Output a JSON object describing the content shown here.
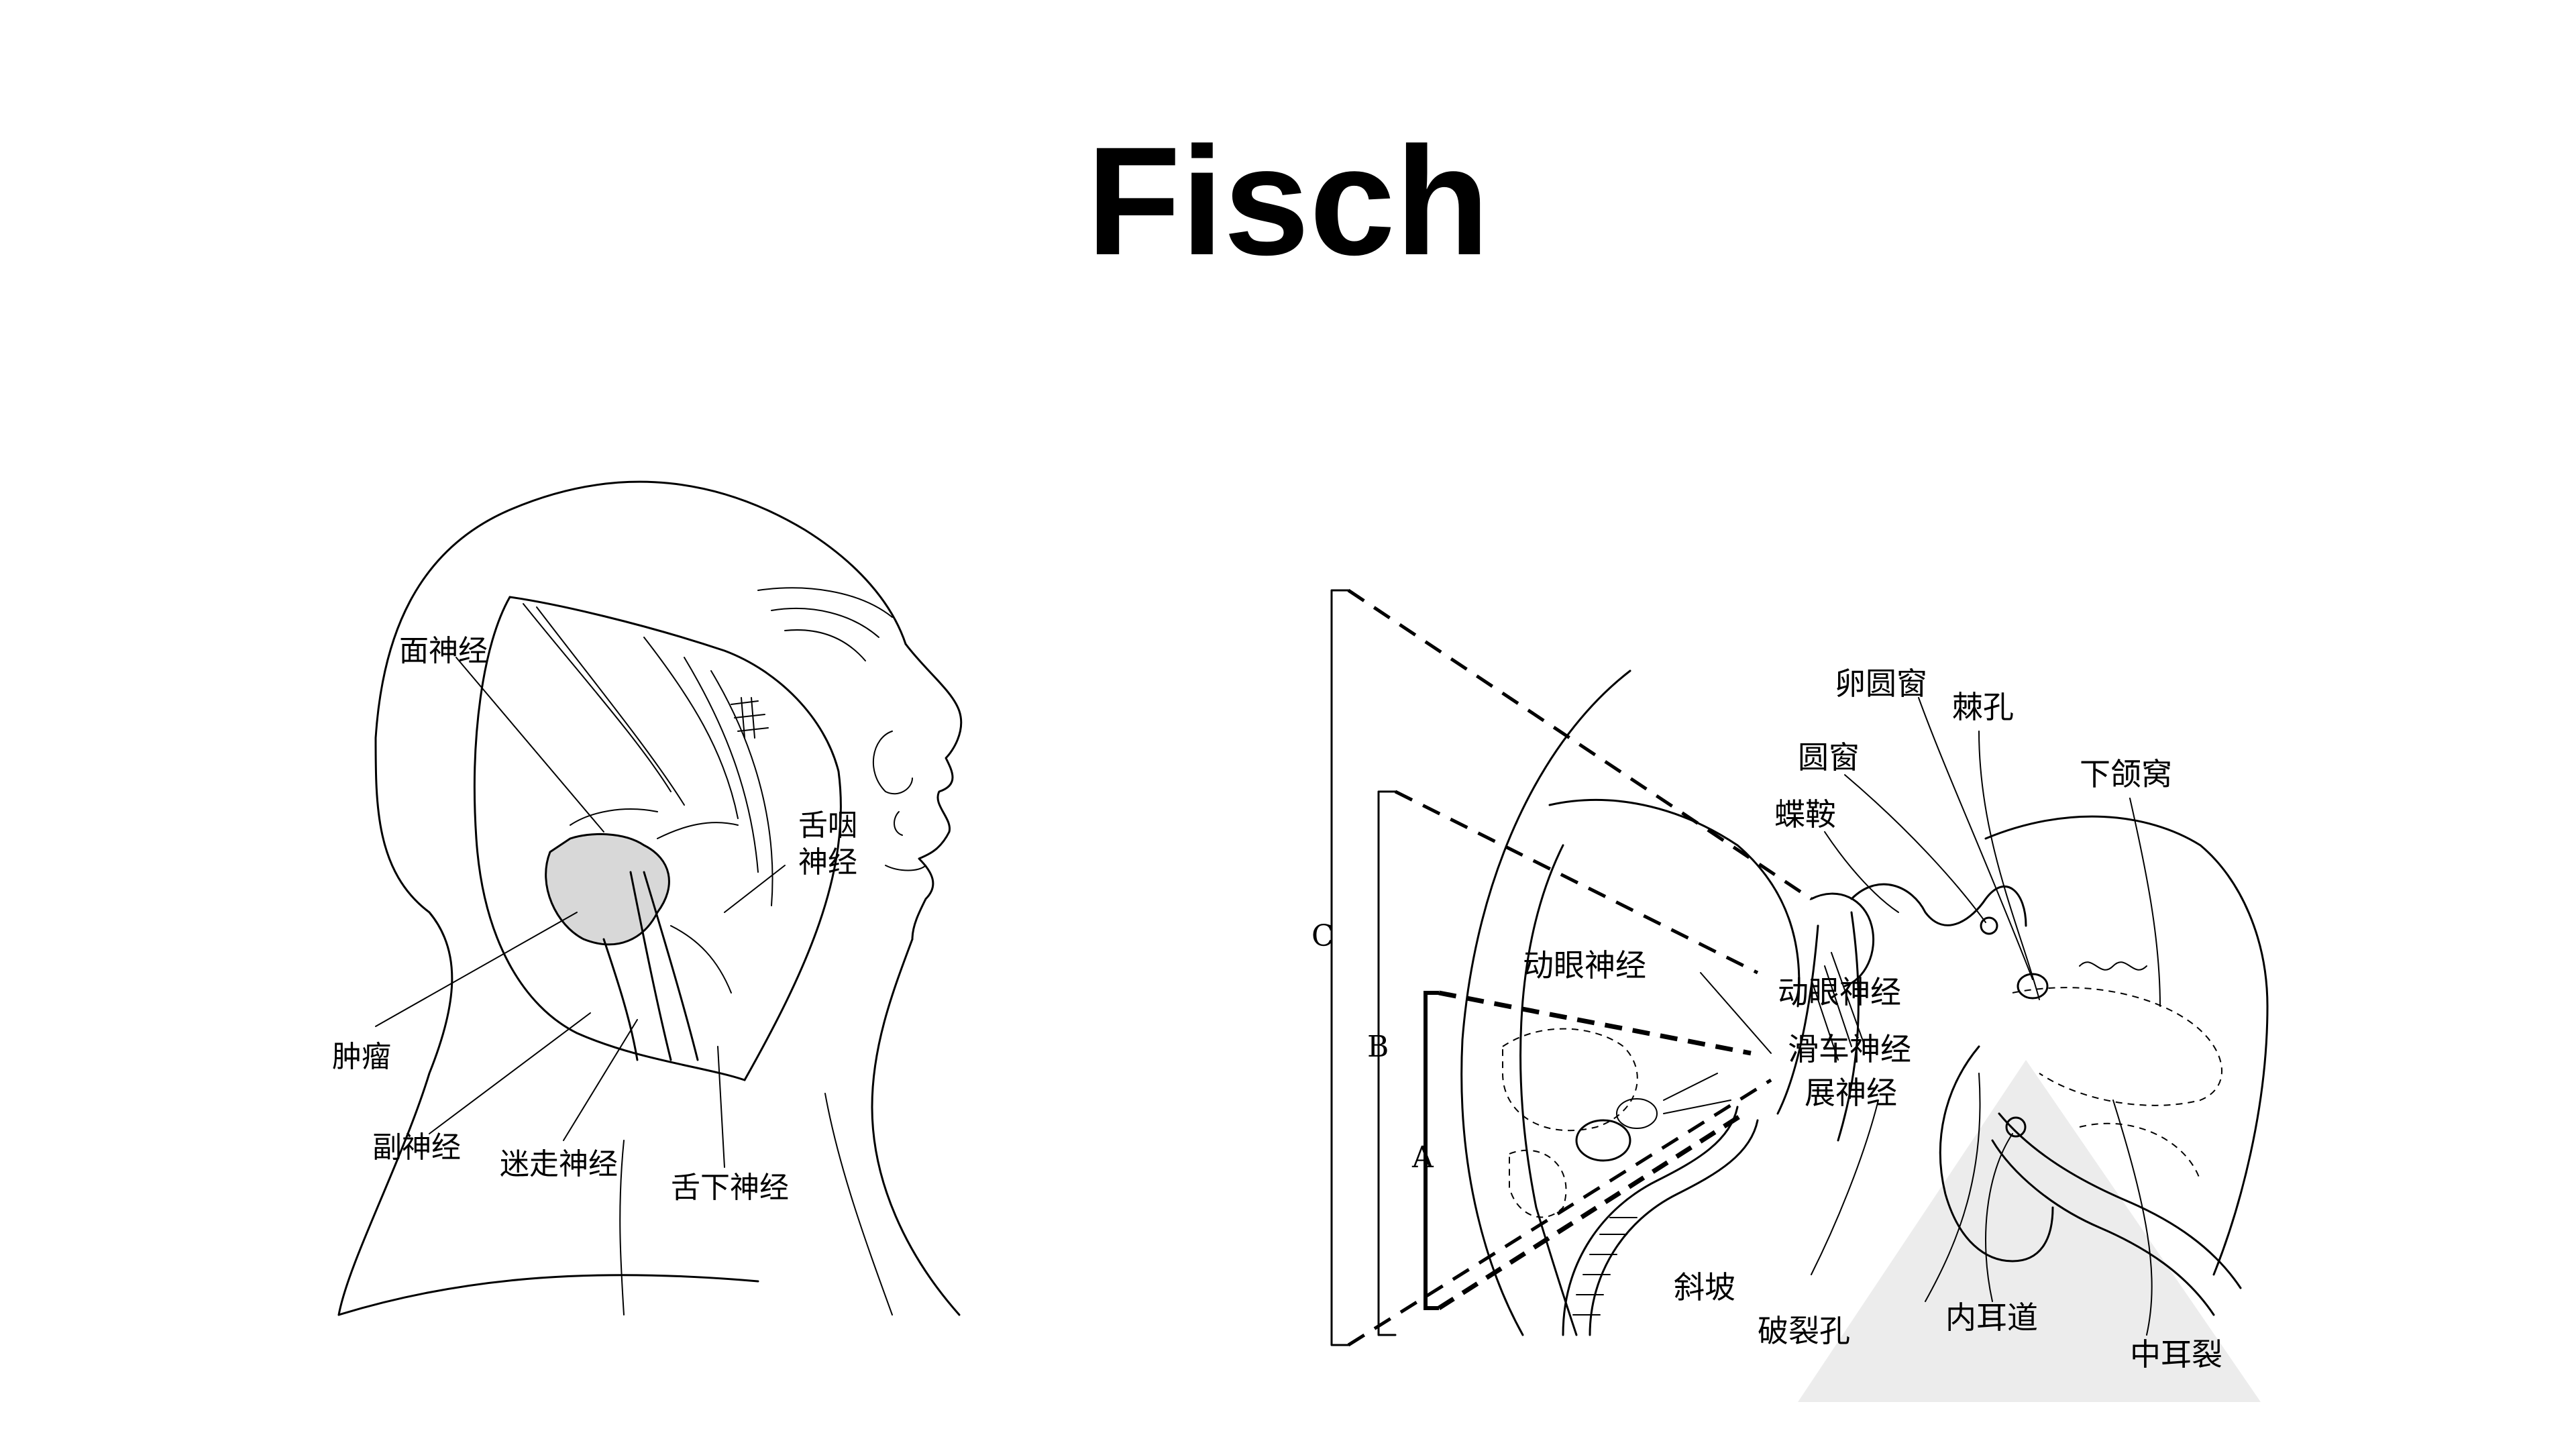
{
  "slide": {
    "title": "Fisch"
  },
  "left_figure": {
    "labels": {
      "facial_nerve": "面神经",
      "glossopharyngeal_1": "舌咽",
      "glossopharyngeal_2": "神经",
      "tumor": "肿瘤",
      "accessory_nerve": "副神经",
      "vagus_nerve": "迷走神经",
      "hypoglossal_nerve": "舌下神经"
    }
  },
  "right_figure": {
    "labels": {
      "oval_foramen": "卵圆窗",
      "spinous_foramen": "棘孔",
      "round_window": "圆窗",
      "sella": "蝶鞍",
      "mandibular_fossa": "下颌窝",
      "oculomotor_left": "动眼神经",
      "oculomotor_right": "动眼神经",
      "trochlear_nerve": "滑车神经",
      "abducens_nerve": "展神经",
      "clivus": "斜坡",
      "foramen_lacerum": "破裂孔",
      "internal_auditory_canal": "内耳道",
      "middle_ear_fissure": "中耳裂",
      "bracket_c": "C",
      "bracket_b": "B",
      "bracket_a": "A"
    }
  }
}
